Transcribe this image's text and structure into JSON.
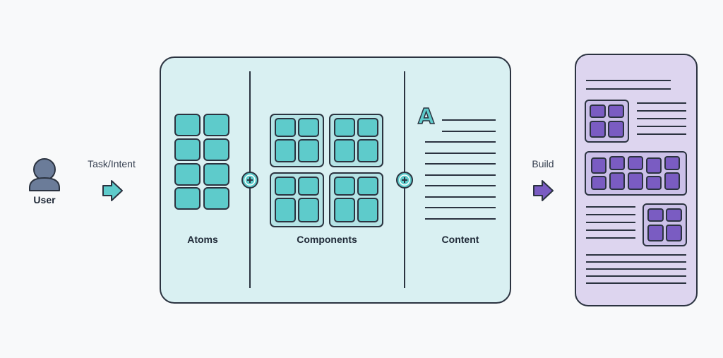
{
  "user": {
    "label": "User"
  },
  "task_intent": {
    "label": "Task/Intent"
  },
  "build": {
    "label": "Build"
  },
  "panel": {
    "atoms_label": "Atoms",
    "components_label": "Components",
    "content_label": "Content",
    "content_glyph": "A"
  },
  "icons": {
    "user": "user-icon",
    "arrow": "arrow-right-icon",
    "plus": "plus-circle-icon",
    "letter": "letter-a-icon"
  },
  "colors": {
    "background": "#f8f9fa",
    "panel_fill": "#d9f0f2",
    "teal": "#5ecbcb",
    "teal_dark": "#2f8f91",
    "purple": "#7a5cc2",
    "purple_light": "#ddd5ef",
    "purple_mid": "#cbc0e8",
    "outline": "#2b3340",
    "user_fill": "#6b7c99"
  }
}
